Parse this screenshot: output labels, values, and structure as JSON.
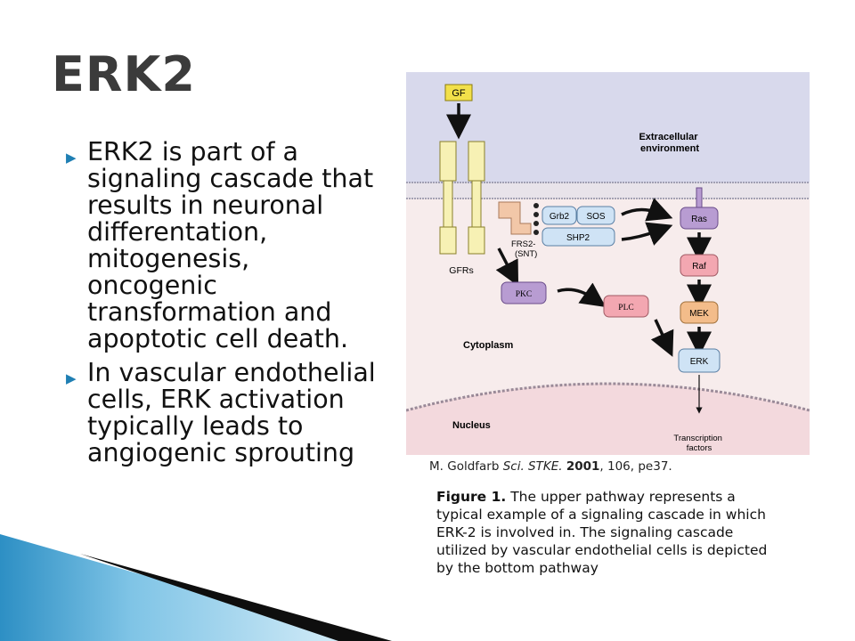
{
  "slide": {
    "title": "ERK2",
    "bullets": [
      "ERK2 is part of a signaling cascade that results in neuronal differentation, mitogenesis, oncogenic transformation and apoptotic cell death.",
      "In vascular endothelial cells, ERK activation typically leads to angiogenic sprouting"
    ],
    "bullet_icon": "triangle-right-icon",
    "accent_color": "#1f7fb3"
  },
  "figure": {
    "labels": {
      "gf": "GF",
      "extracellular": "Extracellular environment",
      "extracellular_l1": "Extracellular",
      "extracellular_l2": "environment",
      "gfrs": "GFRs",
      "grb2": "Grb2",
      "sos": "SOS",
      "shp2": "SHP2",
      "frs2_l1": "FRS2-",
      "frs2_l2": "(SNT)",
      "ras": "Ras",
      "raf": "Raf",
      "pkc": "PKC",
      "plc": "PLC",
      "mek": "MEK",
      "erk": "ERK",
      "cytoplasm": "Cytoplasm",
      "nucleus": "Nucleus",
      "tf_l1": "Transcription",
      "tf_l2": "factors"
    },
    "colors": {
      "extracellular_bg": "#d8d9ec",
      "cytoplasm_bg": "#f7ecec",
      "nucleus_bg": "#f3d9dd",
      "receptor": "#f7f1b4",
      "gf_box": "#f2e04a",
      "adaptor": "#f2c7a8",
      "blue_box": "#cfe3f5",
      "purple_box": "#b89cd2",
      "pink_box": "#f3a7b1",
      "orange_box": "#f3bc8a"
    },
    "credit": {
      "author": "M. Goldfarb",
      "journal": "Sci. STKE.",
      "year": "2001",
      "rest": ", 106, pe37."
    },
    "caption": {
      "label": "Figure 1.",
      "text": " The upper pathway represents a typical example of a signaling cascade in which ERK-2 is involved in. The signaling cascade utilized by vascular endothelial cells is depicted by the bottom pathway"
    }
  }
}
